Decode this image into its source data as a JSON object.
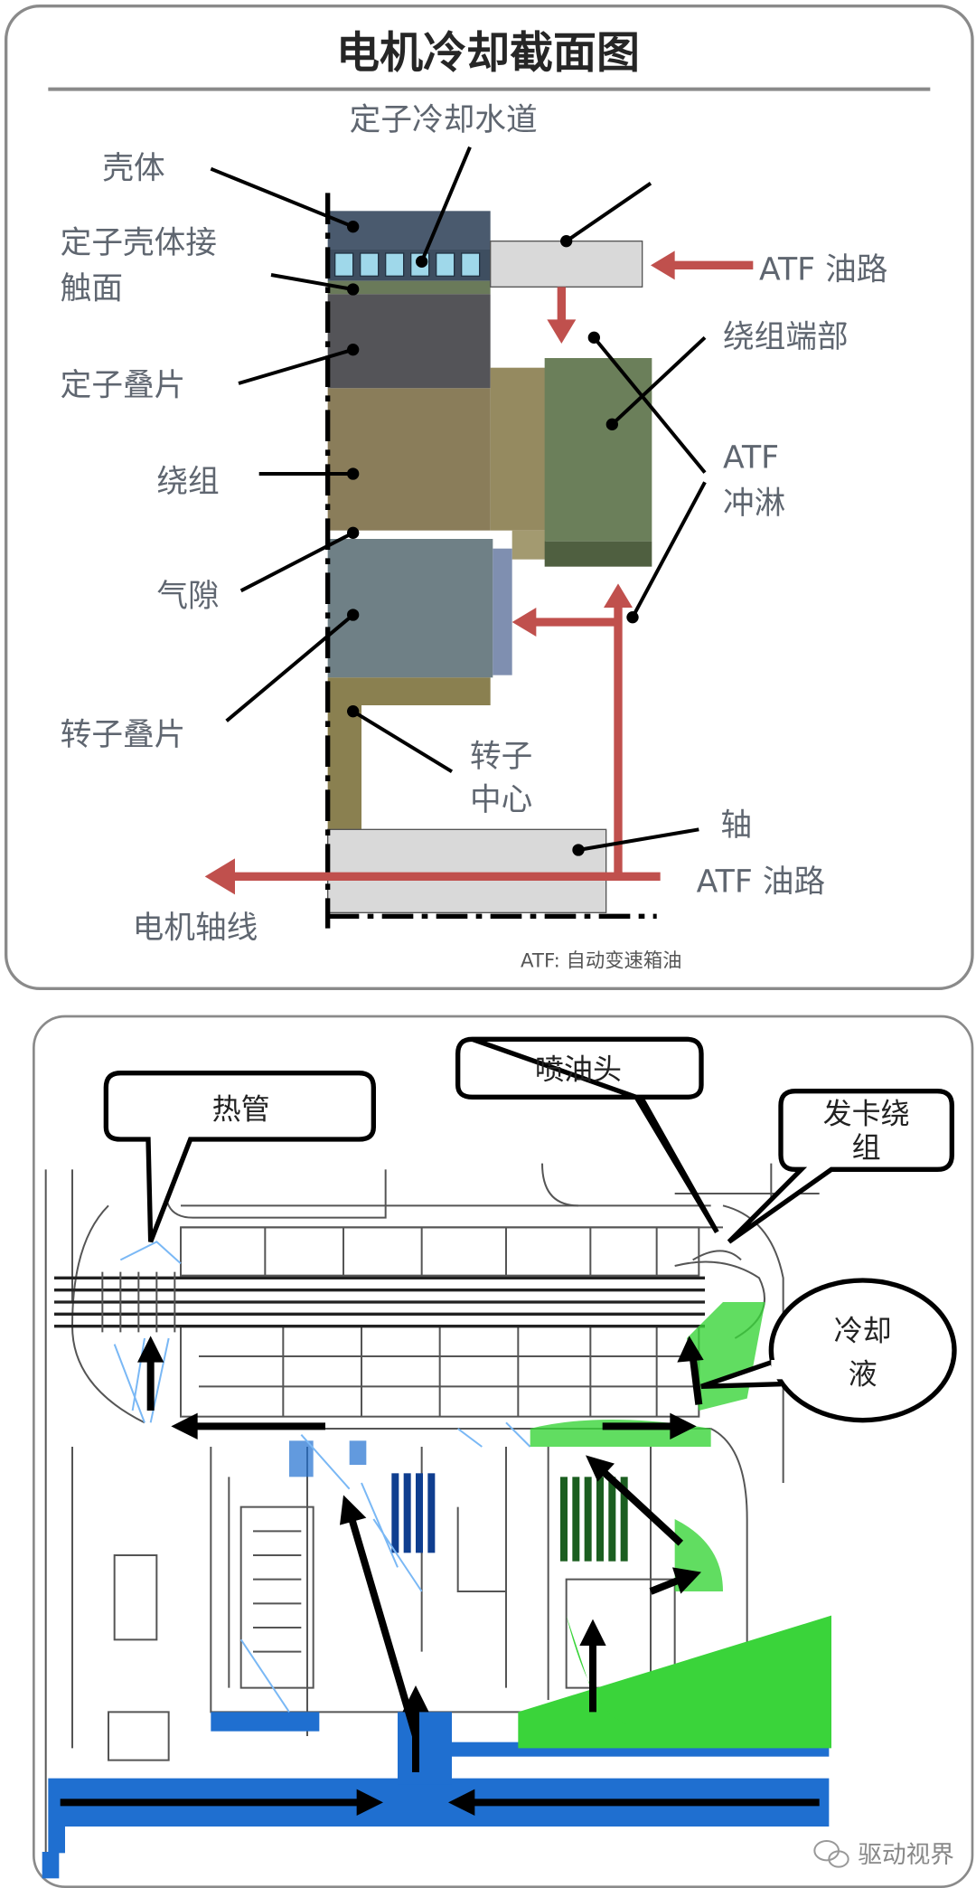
{
  "top_panel": {
    "title": "电机冷却截面图",
    "labels": {
      "housing": "壳体",
      "stator_water_channel": "定子冷却水道",
      "stator_housing_contact_1": "定子壳体接",
      "stator_housing_contact_2": "触面",
      "stator_laminations": "定子叠片",
      "winding": "绕组",
      "air_gap": "气隙",
      "rotor_laminations": "转子叠片",
      "rotor_center_1": "转子",
      "rotor_center_2": "中心",
      "shaft": "轴",
      "atf_oil_path_top": "ATF 油路",
      "atf_oil_path_bottom": "ATF 油路",
      "winding_end": "绕组端部",
      "atf_spray_1": "ATF",
      "atf_spray_2": "冲淋",
      "motor_axis": "电机轴线",
      "footnote": "ATF: 自动变速箱油"
    },
    "colors": {
      "arrow": "#c0504d",
      "housing": "#4a5a6e",
      "channel": "#9fd8ea",
      "stator": "#545458",
      "winding": "#8a7d5a",
      "end_winding": "#6b7f5a",
      "rotor": "#6f8086",
      "rotor_center": "#8a8050",
      "shaft": "#d9d9d9"
    }
  },
  "bottom_panel": {
    "callouts": {
      "heat_pipe": "热管",
      "oil_nozzle": "喷油头",
      "hairpin_winding_1": "发卡绕",
      "hairpin_winding_2": "组",
      "coolant_1": "冷却",
      "coolant_2": "液"
    },
    "colors": {
      "oil_blue": "#1f6fd0",
      "coolant_green": "#3ad43a"
    }
  },
  "watermark": "驱动视界"
}
